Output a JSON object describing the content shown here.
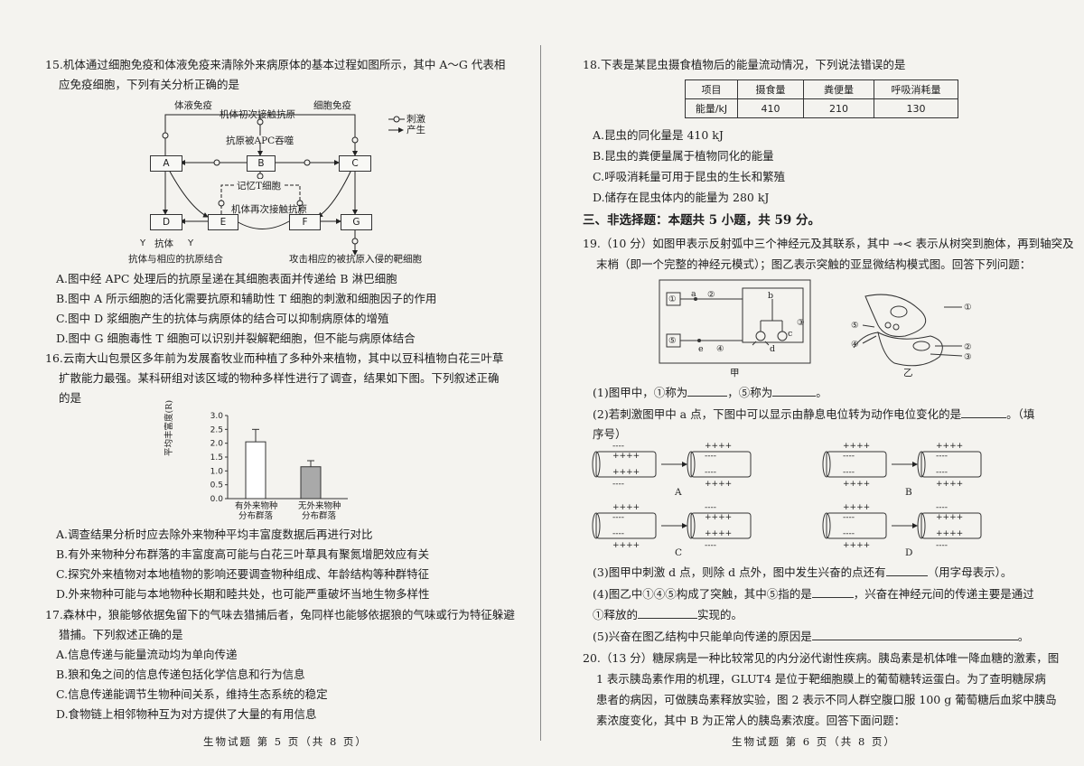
{
  "left": {
    "q15": {
      "stem1": "15.机体通过细胞免疫和体液免疫来清除外来病原体的基本过程如图所示，其中 A～G 代表相",
      "stem2": "应免疫细胞，下列有关分析正确的是",
      "diagram": {
        "humoral": "体液免疫",
        "cellular": "细胞免疫",
        "first_contact": "机体初次接触抗原",
        "apc": "抗原被APC吞噬",
        "memory_t": "记忆T细胞",
        "second_contact": "机体再次接触抗原",
        "antibody": "抗体",
        "antibody_bind": "抗体与相应的抗原结合",
        "attack": "攻击相应的被抗原入侵的靶细胞",
        "legend_stim": "刺激",
        "legend_produce": "产生",
        "boxes": [
          "A",
          "B",
          "C",
          "D",
          "E",
          "F",
          "G"
        ]
      },
      "options": [
        "A.图中经 APC 处理后的抗原呈递在其细胞表面并传递给 B 淋巴细胞",
        "B.图中 A 所示细胞的活化需要抗原和辅助性 T 细胞的刺激和细胞因子的作用",
        "C.图中 D 浆细胞产生的抗体与病原体的结合可以抑制病原体的增殖",
        "D.图中 G 细胞毒性 T 细胞可以识别并裂解靶细胞，但不能与病原体结合"
      ]
    },
    "q16": {
      "stem1": "16.云南大山包景区多年前为发展畜牧业而种植了多种外来植物，其中以豆科植物白花三叶草",
      "stem2": "扩散能力最强。某科研组对该区域的物种多样性进行了调查，结果如下图。下列叙述正确",
      "stem3": "的是",
      "chart": {
        "ylabel": "平均丰富度(R)",
        "ticks": [
          "3.0",
          "2.5",
          "2.0",
          "1.5",
          "1.0",
          "0.5",
          "0.0"
        ],
        "cat1_line1": "有外来物种",
        "cat1_line2": "分布群落",
        "cat2_line1": "无外来物种",
        "cat2_line2": "分布群落"
      },
      "options": [
        "A.调查结果分析时应去除外来物种平均丰富度数据后再进行对比",
        "B.有外来物种分布群落的丰富度高可能与白花三叶草具有聚氮增肥效应有关",
        "C.探究外来植物对本地植物的影响还要调查物种组成、年龄结构等种群特征",
        "D.外来物种可能与本地物种长期和睦共处，也可能严重破坏当地生物多样性"
      ]
    },
    "q17": {
      "stem1": "17.森林中，狼能够依据兔留下的气味去猎捕后者，兔同样也能够依据狼的气味或行为特征躲避",
      "stem2": "猎捕。下列叙述正确的是",
      "options": [
        "A.信息传递与能量流动均为单向传递",
        "B.狼和兔之间的信息传递包括化学信息和行为信息",
        "C.信息传递能调节生物种间关系，维持生态系统的稳定",
        "D.食物链上相邻物种互为对方提供了大量的有用信息"
      ]
    },
    "footer": "生物试题  第 5 页（共 8 页）"
  },
  "right": {
    "q18": {
      "stem": "18.下表是某昆虫摄食植物后的能量流动情况，下列说法错误的是",
      "headers": [
        "项目",
        "摄食量",
        "粪便量",
        "呼吸消耗量"
      ],
      "row": [
        "能量/kJ",
        "410",
        "210",
        "130"
      ],
      "options": [
        "A.昆虫的同化量是 410 kJ",
        "B.昆虫的粪便量属于植物同化的能量",
        "C.呼吸消耗量可用于昆虫的生长和繁殖",
        "D.储存在昆虫体内的能量为 280 kJ"
      ]
    },
    "section3": "三、非选择题：本题共 5 小题，共 59 分。",
    "q19": {
      "stem1": "19.（10 分）如图甲表示反射弧中三个神经元及其联系，其中 ⊸< 表示从树突到胞体，再到轴突及",
      "stem2": "末梢（即一个完整的神经元模式）；图乙表示突触的亚显微结构模式图。回答下列问题：",
      "fig_jia": "甲",
      "fig_yi": "乙",
      "jia_labels": [
        "①",
        "②",
        "③",
        "④",
        "⑤",
        "a",
        "b",
        "c",
        "d",
        "e"
      ],
      "yi_labels": [
        "①",
        "②",
        "③",
        "④",
        "⑤"
      ],
      "sub1": "(1)图甲中，①称为",
      "sub1b": "，⑤称为",
      "sub1c": "。",
      "sub2a": "(2)若刺激图甲中 a 点，下图中可以显示由静息电位转为动作电位变化的是",
      "sub2b": "。（填",
      "sub2c": "序号）",
      "nerve_labels": [
        "A",
        "B",
        "C",
        "D"
      ],
      "sub3a": "(3)图甲中刺激 d 点，则除 d 点外，图中发生兴奋的点还有",
      "sub3b": "（用字母表示）。",
      "sub4a": "(4)图乙中①④⑤构成了突触，其中⑤指的是",
      "sub4b": "，兴奋在神经元间的传递主要是通过",
      "sub4c": "①释放的",
      "sub4d": "实现的。",
      "sub5a": "(5)兴奋在图乙结构中只能单向传递的原因是",
      "sub5b": "。"
    },
    "q20": {
      "line1": "20.（13 分）糖尿病是一种比较常见的内分泌代谢性疾病。胰岛素是机体唯一降血糖的激素，图",
      "line2": "1 表示胰岛素作用的机理，GLUT4 是位于靶细胞膜上的葡萄糖转运蛋白。为了查明糖尿病",
      "line3": "患者的病因，可做胰岛素释放实验，图 2 表示不同人群空腹口服 100 g 葡萄糖后血浆中胰岛",
      "line4": "素浓度变化，其中 B 为正常人的胰岛素浓度。回答下面问题："
    },
    "footer": "生物试题  第 6 页（共 8 页）"
  },
  "chart_data": {
    "type": "bar",
    "categories": [
      "有外来物种分布群落",
      "无外来物种分布群落"
    ],
    "values": [
      2.05,
      1.15
    ],
    "errors": [
      0.45,
      0.22
    ],
    "title": "",
    "xlabel": "",
    "ylabel": "平均丰富度(R)",
    "ylim": [
      0,
      3.0
    ],
    "colors": [
      "#ffffff",
      "#a9a9a9"
    ]
  }
}
